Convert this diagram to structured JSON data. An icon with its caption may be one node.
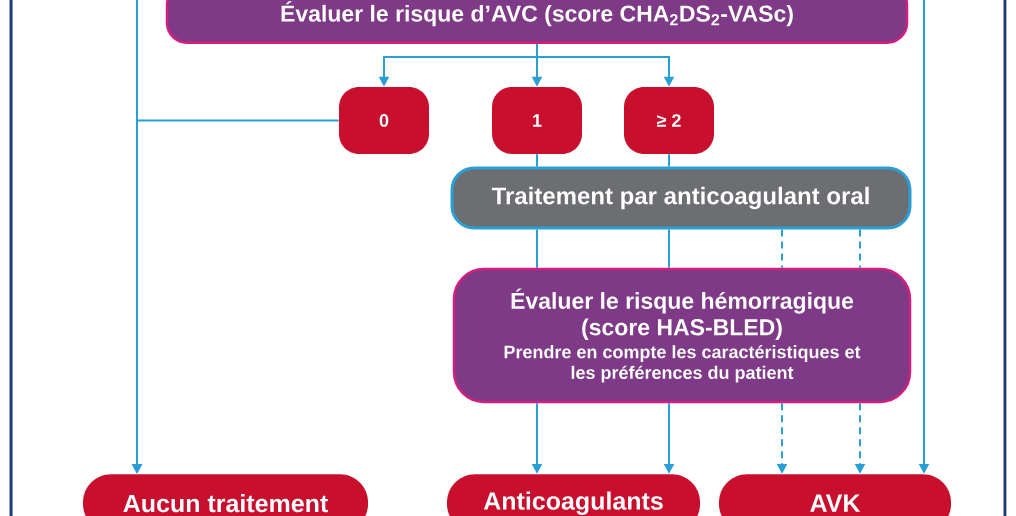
{
  "diagram": {
    "nodes": [
      {
        "text": [
          "Évaluer le risque d’AVC (score CHA$_{2}$DS$_{2}$-VASc)"
        ]
      },
      {
        "text": [
          "0"
        ]
      },
      {
        "text": [
          "1"
        ]
      },
      {
        "text": [
          "≥ 2"
        ]
      },
      {
        "text": [
          "Traitement par anticoagulant oral"
        ]
      },
      {
        "text": [
          "Évaluer le risque hémorragique (score HAS-BLED)",
          "Prendre en compte les caractéristiques et les préférences du patient"
        ]
      },
      {
        "text": [
          "Aucun traitement"
        ]
      },
      {
        "text": [
          "Anticoagulants"
        ]
      },
      {
        "text": [
          "AVK"
        ]
      }
    ],
    "edges": [
      {
        "from": 0,
        "to": 1,
        "arrow": "to"
      },
      {
        "from": 0,
        "to": 2,
        "arrow": "to"
      },
      {
        "from": 0,
        "to": 3,
        "arrow": "to"
      },
      {
        "from": 1,
        "to": 6,
        "arrow": "to"
      },
      {
        "from": null,
        "to": 6,
        "arrow": "to"
      },
      {
        "from": 2,
        "to": 4,
        "arrow": "none"
      },
      {
        "from": 3,
        "to": 4,
        "arrow": "none"
      },
      {
        "from": 4,
        "to": 5,
        "arrow": "none"
      },
      {
        "from": 4,
        "to": 5,
        "arrow": "none"
      },
      {
        "from": 4,
        "to": 5,
        "arrow": "none",
        "style": "dashed"
      },
      {
        "from": 4,
        "to": 5,
        "arrow": "none",
        "style": "dashed"
      },
      {
        "from": 5,
        "to": 7,
        "arrow": "to"
      },
      {
        "from": 5,
        "to": 7,
        "arrow": "to"
      },
      {
        "from": 5,
        "to": 8,
        "arrow": "to",
        "style": "dashed"
      },
      {
        "from": 5,
        "to": 8,
        "arrow": "to",
        "style": "dashed"
      },
      {
        "from": null,
        "to": 8,
        "arrow": "to"
      }
    ]
  }
}
